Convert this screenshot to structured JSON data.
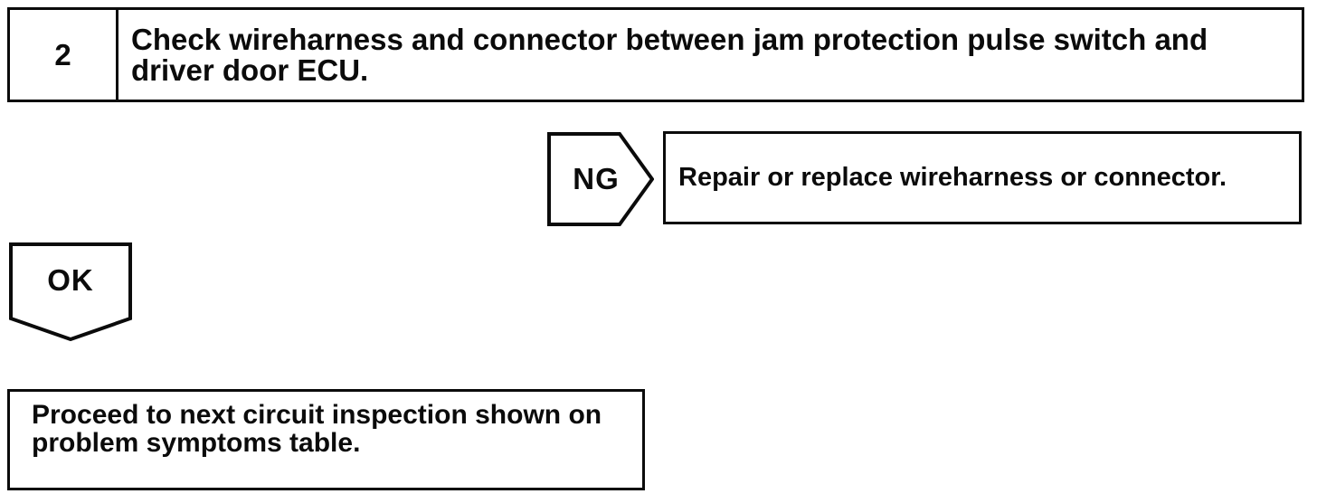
{
  "flowchart": {
    "step": {
      "number": "2",
      "instruction": "Check wireharness and connector between jam protection pulse switch and driver door ECU."
    },
    "ng_branch": {
      "label": "NG",
      "action": "Repair or replace wireharness or connector."
    },
    "ok_branch": {
      "label": "OK",
      "action": "Proceed to next circuit inspection shown on problem symptoms table."
    },
    "colors": {
      "ink": "#0b0b0b",
      "background": "#ffffff"
    }
  }
}
